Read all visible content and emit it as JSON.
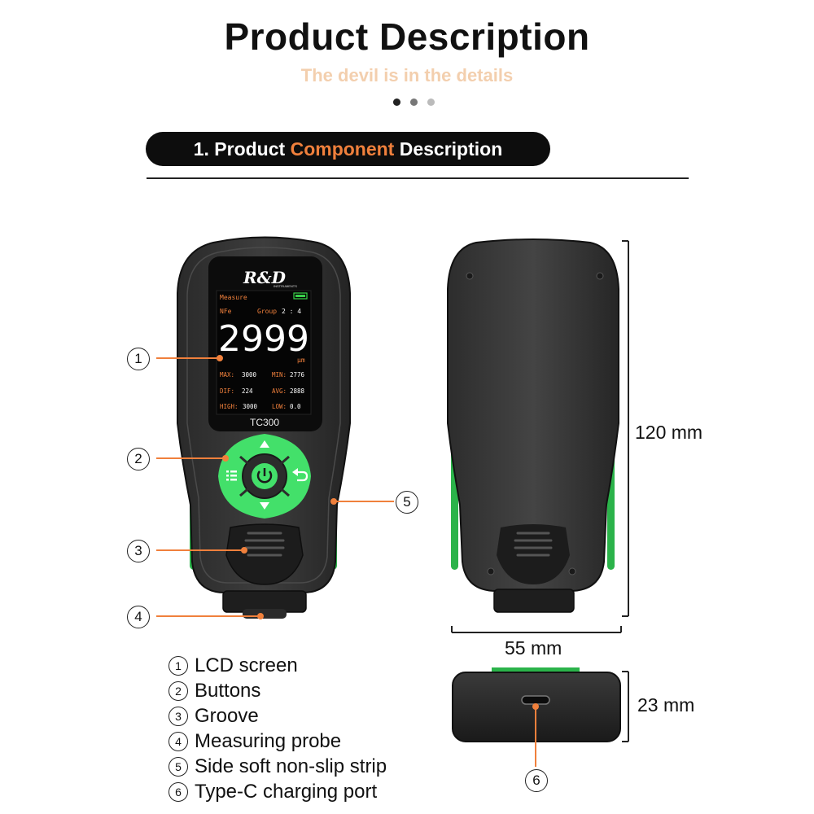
{
  "header": {
    "title": "Product Description",
    "subtitle": "The devil is in the details",
    "pager_dots": [
      "#222222",
      "#777777",
      "#bbbbbb"
    ]
  },
  "section": {
    "prefix": "1. Product ",
    "highlight": "Component",
    "suffix": " Description",
    "accent_color": "#f0803c"
  },
  "device": {
    "brand": "R&D",
    "brand_sub": "INSTRUMENTS",
    "model": "TC300",
    "button_color": "#43e06a",
    "screen": {
      "mode": "Measure",
      "probe": "NFe",
      "group_label": "Group",
      "group_value": "2 : 4",
      "reading": "2999",
      "unit": "µm",
      "max_label": "MAX:",
      "max_value": "3000",
      "min_label": "MIN:",
      "min_value": "2776",
      "dif_label": "DIF:",
      "dif_value": "224",
      "avg_label": "AVG:",
      "avg_value": "2888",
      "high_label": "HIGH:",
      "high_value": "3000",
      "low_label": "LOW:",
      "low_value": "0.0"
    }
  },
  "callouts": {
    "c1": "1",
    "c2": "2",
    "c3": "3",
    "c4": "4",
    "c5": "5",
    "c6": "6"
  },
  "legend": [
    {
      "num": "1",
      "label": "LCD screen"
    },
    {
      "num": "2",
      "label": "Buttons"
    },
    {
      "num": "3",
      "label": "Groove"
    },
    {
      "num": "4",
      "label": "Measuring probe"
    },
    {
      "num": "5",
      "label": "Side soft non-slip strip"
    },
    {
      "num": "6",
      "label": "Type-C charging port"
    }
  ],
  "dimensions": {
    "height": "120 mm",
    "width": "55 mm",
    "depth": "23 mm"
  }
}
